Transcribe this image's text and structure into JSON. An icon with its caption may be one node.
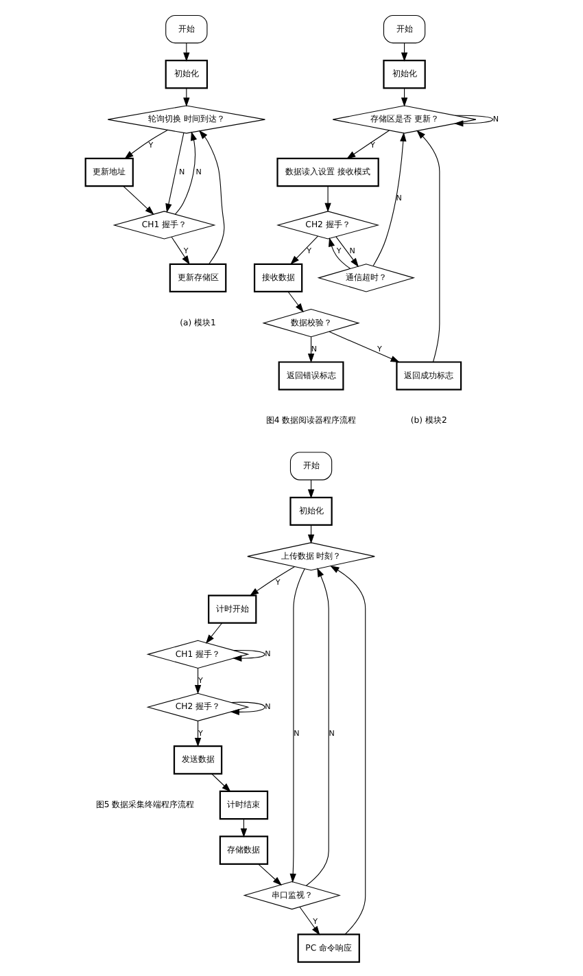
{
  "diagram": {
    "nodes": [
      {
        "text": [
          "开始"
        ]
      },
      {
        "text": [
          "初始化"
        ]
      },
      {
        "text": [
          "轮询切换 时间到达？"
        ]
      },
      {
        "text": [
          "更新地址"
        ]
      },
      {
        "text": [
          "CH1 握手？"
        ]
      },
      {
        "text": [
          "更新存储区"
        ]
      },
      {
        "text": [
          "开始"
        ]
      },
      {
        "text": [
          "初始化"
        ]
      },
      {
        "text": [
          "存储区是否 更新？"
        ]
      },
      {
        "text": [
          "数据读入设置 接收模式"
        ]
      },
      {
        "text": [
          "CH2 握手？"
        ]
      },
      {
        "text": [
          "接收数据"
        ]
      },
      {
        "text": [
          "通信超时？"
        ]
      },
      {
        "text": [
          "数据校验？"
        ]
      },
      {
        "text": [
          "返回成功标志"
        ]
      },
      {
        "text": [
          "返回错误标志"
        ]
      },
      {
        "text": [
          "开始"
        ]
      },
      {
        "text": [
          "初始化"
        ]
      },
      {
        "text": [
          "上传数据 时刻？"
        ]
      },
      {
        "text": [
          "计时开始"
        ]
      },
      {
        "text": [
          "CH1 握手？"
        ]
      },
      {
        "text": [
          "CH2 握手？"
        ]
      },
      {
        "text": [
          "发送数据"
        ]
      },
      {
        "text": [
          "计时结束"
        ]
      },
      {
        "text": [
          "存储数据"
        ]
      },
      {
        "text": [
          "串口监视？"
        ]
      },
      {
        "text": [
          "PC 命令响应"
        ]
      }
    ],
    "edges": [
      {
        "from": 0,
        "to": 1,
        "arrow": "to"
      },
      {
        "from": 1,
        "to": 2,
        "arrow": "to"
      },
      {
        "from": 2,
        "to": 3,
        "arrow": "to",
        "label": "Y"
      },
      {
        "from": 3,
        "to": 4,
        "arrow": "to"
      },
      {
        "from": 2,
        "to": 4,
        "arrow": "to",
        "label": "N"
      },
      {
        "from": 4,
        "to": 5,
        "arrow": "to",
        "label": "Y"
      },
      {
        "from": 4,
        "to": 2,
        "arrow": "to",
        "label": "N"
      },
      {
        "from": 5,
        "to": 2,
        "arrow": "to"
      },
      {
        "from": 6,
        "to": 7,
        "arrow": "to"
      },
      {
        "from": 7,
        "to": 8,
        "arrow": "to"
      },
      {
        "from": 8,
        "to": 8,
        "arrow": "to",
        "label": "N"
      },
      {
        "from": 8,
        "to": 9,
        "arrow": "to",
        "label": "Y"
      },
      {
        "from": 9,
        "to": 10,
        "arrow": "to"
      },
      {
        "from": 10,
        "to": 11,
        "arrow": "to",
        "label": "Y"
      },
      {
        "from": 10,
        "to": 12,
        "arrow": "to",
        "label": "N"
      },
      {
        "from": 12,
        "to": 10,
        "arrow": "to",
        "label": "Y"
      },
      {
        "from": 12,
        "to": 8,
        "arrow": "to",
        "label": "N"
      },
      {
        "from": 11,
        "to": 13,
        "arrow": "to"
      },
      {
        "from": 13,
        "to": 14,
        "arrow": "to",
        "label": "Y"
      },
      {
        "from": 13,
        "to": 15,
        "arrow": "to",
        "label": "N"
      },
      {
        "from": 14,
        "to": 8,
        "arrow": "to"
      },
      {
        "from": 16,
        "to": 17,
        "arrow": "to"
      },
      {
        "from": 17,
        "to": 18,
        "arrow": "to"
      },
      {
        "from": 18,
        "to": 19,
        "arrow": "to",
        "label": "Y"
      },
      {
        "from": 18,
        "to": 25,
        "arrow": "to",
        "label": "N"
      },
      {
        "from": 19,
        "to": 20,
        "arrow": "to"
      },
      {
        "from": 20,
        "to": 20,
        "arrow": "to",
        "label": "N"
      },
      {
        "from": 20,
        "to": 21,
        "arrow": "to",
        "label": "Y"
      },
      {
        "from": 21,
        "to": 21,
        "arrow": "to",
        "label": "N"
      },
      {
        "from": 21,
        "to": 22,
        "arrow": "to",
        "label": "Y"
      },
      {
        "from": 22,
        "to": 23,
        "arrow": "to"
      },
      {
        "from": 23,
        "to": 24,
        "arrow": "to"
      },
      {
        "from": 24,
        "to": 25,
        "arrow": "to"
      },
      {
        "from": 25,
        "to": 26,
        "arrow": "to",
        "label": "Y"
      },
      {
        "from": 25,
        "to": 18,
        "arrow": "to",
        "label": "N"
      },
      {
        "from": 26,
        "to": 18,
        "arrow": "to"
      }
    ],
    "labels": [
      "(a) 模块1",
      "(b) 模块2",
      "图4 数据阅读器程序流程",
      "图5 数据采集终端程序流程"
    ]
  }
}
